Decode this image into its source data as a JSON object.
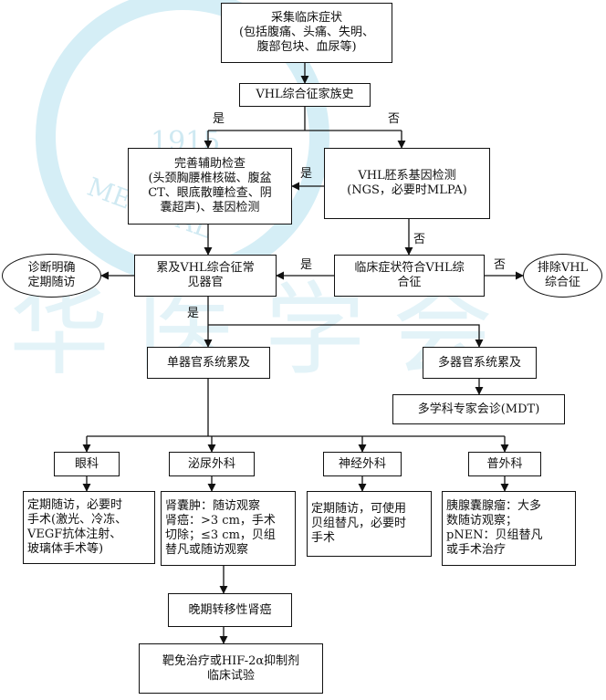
{
  "colors": {
    "line": "#111111",
    "watermark": "#cfe9f2"
  },
  "watermark": {
    "year": "1915",
    "text": "MEDICAL",
    "chars": "华医学会"
  },
  "nodes": {
    "symptoms": "采集临床症状\n(包括腹痛、头痛、失明、\n腹部包块、血尿等)",
    "family_history": "VHL综合征家族史",
    "aux_exam": "完善辅助检查\n(头颈胸腰椎核磁、腹盆\nCT、眼底散瞳检查、阴\n囊超声)、基因检测",
    "gene_test": "VHL胚系基因检测\n(NGS，必要时MLPA)",
    "organ_involved": "累及VHL综合征常\n见器官",
    "clinical_match": "临床症状符合VHL综\n合征",
    "diagnose": "诊断明确\n定期随访",
    "exclude": "排除VHL\n综合征",
    "single_organ": "单器官系统累及",
    "multi_organ": "多器官系统累及",
    "mdt": "多学科专家会诊(MDT)",
    "ophthalmology": "眼科",
    "urology": "泌尿外科",
    "neurosurgery": "神经外科",
    "general_surgery": "普外科",
    "eye_treatment": "定期随访，必要时\n手术(激光、冷冻、\nVEGF抗体注射、\n玻璃体手术等)",
    "uro_treatment": "肾囊肿：随访观察\n肾癌：>3 cm，手术\n切除；≤3 cm，贝组\n替凡或随访观察",
    "neuro_treatment": "定期随访，可使用\n贝组替凡，必要时\n手术",
    "gs_treatment": "胰腺囊腺瘤：大多\n数随访观察；\npNEN：贝组替凡\n或手术治疗",
    "metastatic": "晚期转移性肾癌",
    "targeted": "靶免治疗或HIF-2α抑制剂\n临床试验"
  },
  "edge_labels": {
    "yes_family": "是",
    "no_family": "否",
    "yes_gene": "是",
    "no_gene": "否",
    "yes_clinical": "是",
    "no_clinical": "否",
    "yes_organ": "是"
  }
}
